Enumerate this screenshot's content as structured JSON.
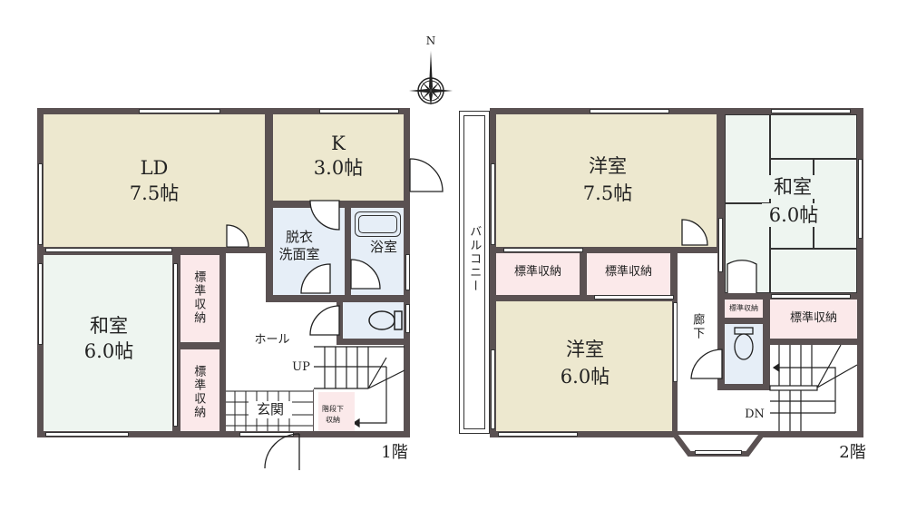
{
  "compass": {
    "north_label": "N",
    "icon": "compass-rose-icon"
  },
  "floor1": {
    "floor_label": "1階",
    "rooms": {
      "ld": {
        "name": "LD",
        "size": "7.5帖"
      },
      "kitchen": {
        "name": "K",
        "size": "3.0帖"
      },
      "washroom": {
        "name_line1": "脱衣",
        "name_line2": "洗面室"
      },
      "bathroom": {
        "name": "浴室"
      },
      "washitsu": {
        "name": "和室",
        "size": "6.0帖"
      },
      "storage_upper": {
        "name": "標準収納"
      },
      "storage_lower": {
        "name": "標準収納"
      },
      "hall": {
        "name": "ホール"
      },
      "stairs": {
        "direction": "UP"
      },
      "entrance": {
        "name": "玄関"
      },
      "under_stairs_storage": {
        "name_line1": "階段下",
        "name_line2": "収納"
      }
    }
  },
  "floor2": {
    "floor_label": "2階",
    "rooms": {
      "balcony": {
        "name": "バルコニー"
      },
      "yoshitsu_large": {
        "name": "洋室",
        "size": "7.5帖"
      },
      "washitsu": {
        "name": "和室",
        "size": "6.0帖"
      },
      "storage_a": {
        "name": "標準収納"
      },
      "storage_b": {
        "name": "標準収納"
      },
      "storage_small": {
        "name": "標準収納"
      },
      "storage_right": {
        "name": "標準収納"
      },
      "corridor": {
        "name": "廊下"
      },
      "yoshitsu_small": {
        "name": "洋室",
        "size": "6.0帖"
      },
      "stairs": {
        "direction": "DN"
      }
    }
  },
  "colors": {
    "wall": "#5a5152",
    "western_room": "#ede8cf",
    "japanese_room": "#eef5f0",
    "storage": "#fbe9ea",
    "wet_area": "#e6eef7"
  }
}
